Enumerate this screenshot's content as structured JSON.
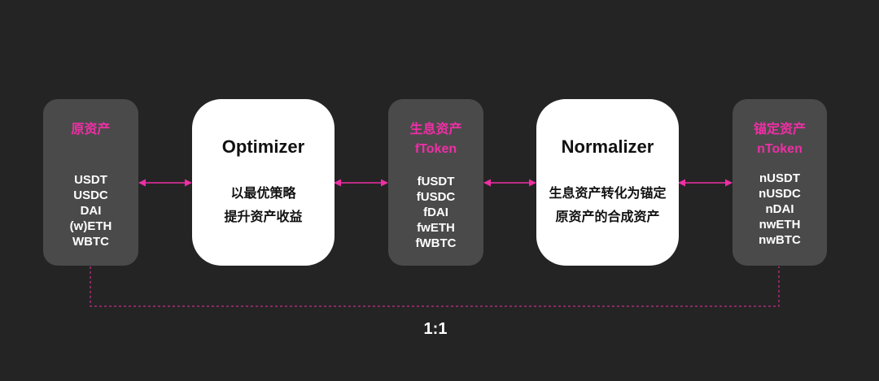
{
  "colors": {
    "background": "#252424",
    "gray_box": "#4b4a4a",
    "white_box": "#ffffff",
    "accent_pink": "#ee2fa5"
  },
  "source_assets": {
    "heading": "原资产",
    "assets": [
      "USDT",
      "USDC",
      "DAI",
      "(w)ETH",
      "WBTC"
    ]
  },
  "optimizer": {
    "title": "Optimizer",
    "description": [
      "以最优策略",
      "提升资产收益"
    ]
  },
  "ftoken_assets": {
    "heading": "生息资产",
    "subheading": "fToken",
    "assets": [
      "fUSDT",
      "fUSDC",
      "fDAI",
      "fwETH",
      "fWBTC"
    ]
  },
  "normalizer": {
    "title": "Normalizer",
    "description": [
      "生息资产转化为锚定",
      "原资产的合成资产"
    ]
  },
  "ntoken_assets": {
    "heading": "锚定资产",
    "subheading": "nToken",
    "assets": [
      "nUSDT",
      "nUSDC",
      "nDAI",
      "nwETH",
      "nwBTC"
    ]
  },
  "peg_ratio": "1:1"
}
